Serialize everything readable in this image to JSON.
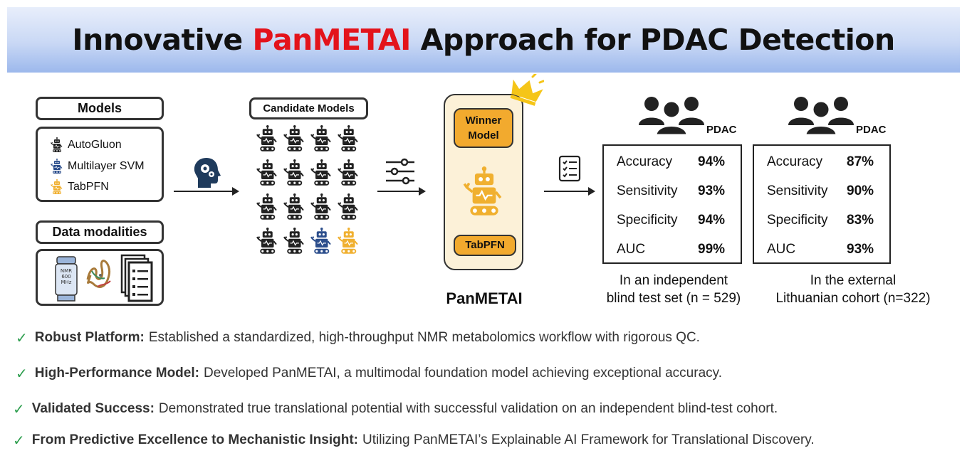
{
  "header": {
    "title_before": "Innovative ",
    "title_highlight": "PanMETAI",
    "title_after": " Approach for PDAC Detection"
  },
  "models": {
    "heading": "Models",
    "items": [
      {
        "label": "AutoGluon",
        "icon": "robot-icon",
        "color": "#222222"
      },
      {
        "label": "Multilayer SVM",
        "icon": "robot-icon",
        "color": "#2c4e8c"
      },
      {
        "label": "TabPFN",
        "icon": "robot-icon",
        "color": "#f0b030"
      }
    ]
  },
  "data_modalities": {
    "heading": "Data modalities",
    "nmr_label_line1": "NMR",
    "nmr_label_line2": "600",
    "nmr_label_line3": "MHz",
    "icons": [
      "nmr-machine-icon",
      "protein-structure-icon",
      "documents-icon"
    ]
  },
  "candidates": {
    "heading": "Candidate Models",
    "grid": [
      [
        "#222222",
        "#222222",
        "#222222",
        "#222222"
      ],
      [
        "#222222",
        "#222222",
        "#222222",
        "#222222"
      ],
      [
        "#222222",
        "#222222",
        "#222222",
        "#222222"
      ],
      [
        "#222222",
        "#222222",
        "#2c4e8c",
        "#f0b030"
      ]
    ]
  },
  "winner": {
    "winner_line1": "Winner",
    "winner_line2": "Model",
    "selected_label": "TabPFN",
    "name": "PanMETAI",
    "crown_color": "#f5c518",
    "robot_color": "#f0b030"
  },
  "results": [
    {
      "group_label": "PDAC",
      "metrics": [
        {
          "name": "Accuracy",
          "value": "94%"
        },
        {
          "name": "Sensitivity",
          "value": "93%"
        },
        {
          "name": "Specificity",
          "value": "94%"
        },
        {
          "name": "AUC",
          "value": "99%"
        }
      ],
      "caption_line1": "In an independent",
      "caption_line2": "blind test set (n = 529)"
    },
    {
      "group_label": "PDAC",
      "metrics": [
        {
          "name": "Accuracy",
          "value": "87%"
        },
        {
          "name": "Sensitivity",
          "value": "90%"
        },
        {
          "name": "Specificity",
          "value": "83%"
        },
        {
          "name": "AUC",
          "value": "93%"
        }
      ],
      "caption_line1": "In the external",
      "caption_line2": "Lithuanian cohort (n=322)"
    }
  ],
  "bullets": [
    {
      "bold": "Robust Platform:",
      "text": "Established a standardized, high-throughput NMR metabolomics workflow with rigorous QC."
    },
    {
      "bold": "High-Performance Model:",
      "text": "Developed PanMETAI, a multimodal foundation model achieving exceptional accuracy."
    },
    {
      "bold": "Validated Success:",
      "text": "Demonstrated true translational potential with successful validation on an independent blind-test cohort."
    },
    {
      "bold": "From Predictive Excellence to Mechanistic Insight:",
      "text": "Utilizing PanMETAI’s Explainable AI Framework for Translational Discovery."
    }
  ],
  "colors": {
    "accent_red": "#e3131b",
    "check_green": "#2e9e4f",
    "winner_yellow": "#f2aa2e"
  }
}
